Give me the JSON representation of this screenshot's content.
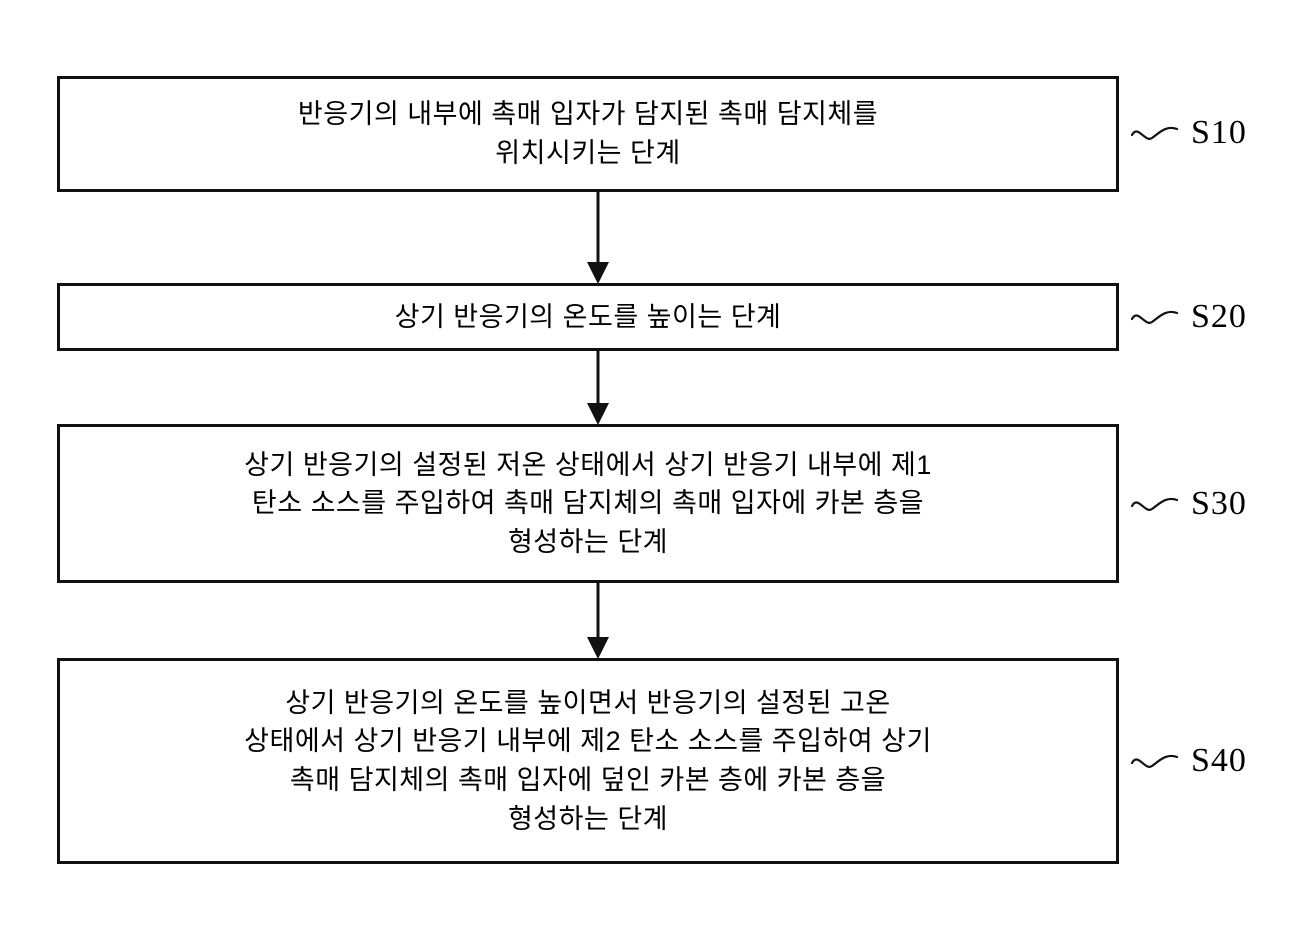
{
  "document": {
    "type": "patent-flowchart",
    "language": "ko",
    "stroke_color": "#111111",
    "background_color": "#ffffff"
  },
  "flowchart": {
    "steps": [
      {
        "id": "S10",
        "ref_label": "S10",
        "text": "반응기의 내부에 촉매 입자가 담지된 촉매 담지체를\n위치시키는 단계"
      },
      {
        "id": "S20",
        "ref_label": "S20",
        "text": "상기 반응기의 온도를 높이는 단계"
      },
      {
        "id": "S30",
        "ref_label": "S30",
        "text": "상기 반응기의 설정된 저온 상태에서 상기 반응기 내부에 제1\n탄소 소스를 주입하여 촉매 담지체의 촉매 입자에 카본 층을\n형성하는 단계"
      },
      {
        "id": "S40",
        "ref_label": "S40",
        "text": "상기 반응기의 온도를 높이면서 반응기의 설정된 고온\n상태에서 상기 반응기 내부에 제2 탄소 소스를 주입하여 상기\n촉매 담지체의 촉매 입자에 덮인 카본 층에 카본 층을\n형성하는 단계"
      }
    ],
    "connectors": [
      {
        "id": "arrow-1",
        "from": "S10",
        "to": "S20",
        "icon": "down-arrow-icon"
      },
      {
        "id": "arrow-2",
        "from": "S20",
        "to": "S30",
        "icon": "down-arrow-icon"
      },
      {
        "id": "arrow-3",
        "from": "S30",
        "to": "S40",
        "icon": "down-arrow-icon"
      }
    ]
  }
}
